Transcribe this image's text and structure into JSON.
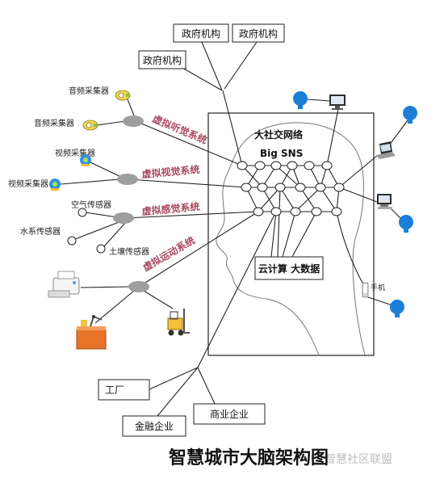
{
  "diagram": {
    "title": "智慧城市大脑架构图",
    "watermark": "智慧社区联盟",
    "government_agencies": [
      "政府机构",
      "政府机构",
      "政府机构"
    ],
    "audio_collectors": [
      "音频采集器",
      "音频采集器"
    ],
    "video_collectors": [
      "视频采集器",
      "视频采集器"
    ],
    "environment_sensors": [
      "空气传感器",
      "水系传感器",
      "土壤传感器"
    ],
    "virtual_systems": [
      "虚拟听觉系统",
      "虚拟视觉系统",
      "虚拟感觉系统",
      "虚拟运动系统"
    ],
    "brain": {
      "network_label": "大社交网络",
      "network_label_en": "Big SNS",
      "cloud_label": "云计算 大数据"
    },
    "phone_label": "手机",
    "enterprises": [
      "工厂",
      "金融企业",
      "商业企业"
    ]
  },
  "icons": {
    "audio_collector": "microphone-icon",
    "video_collector": "camera-icon",
    "sensor": "sensor-node-icon",
    "printer": "printer-icon",
    "factory_robot": "factory-robot-icon",
    "forklift": "forklift-icon",
    "user": "person-icon",
    "computer": "computer-icon",
    "laptop": "laptop-icon",
    "desktop": "desktop-icon",
    "phone": "phone-icon",
    "hub": "hub-node-icon",
    "network_node": "network-node-icon"
  },
  "colors": {
    "line": "#222222",
    "hub": "#9e9e9e",
    "system_label": "#a8485f",
    "person": "#1c7ed6"
  }
}
